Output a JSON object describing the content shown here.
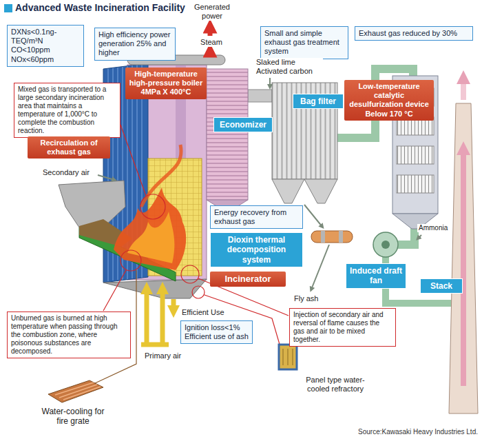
{
  "diagram": {
    "title": "Advanced Waste Incineration Facility",
    "caption": "Source:Kawasaki Heavy Industries Ltd.",
    "nodes": [
      {
        "text": [
          "DXNs<0.1ng-TEQ/m³N CO<10ppm NOx<60ppm"
        ]
      },
      {
        "text": [
          "High efficiency power generation 25% and higher"
        ]
      },
      {
        "text": [
          "Small and simple exhaust gas treatment system"
        ]
      },
      {
        "text": [
          "Exhaust gas reduced by 30%"
        ]
      },
      {
        "text": [
          "High-temperature high-pressure boiler 4MPa X 400°C"
        ]
      },
      {
        "text": [
          "Mixed gas is transported to a large secondary incineration area that maintains a temperature of 1,000°C to complete the combustion reaction."
        ]
      },
      {
        "text": [
          "Recirculation of exhaust gas"
        ]
      },
      {
        "text": [
          "Bag filter"
        ]
      },
      {
        "text": [
          "Low-temperature catalytic desulfurization device Below 170 °C"
        ]
      },
      {
        "text": [
          "Economizer"
        ]
      },
      {
        "text": [
          "Energy recovery from exhaust gas"
        ]
      },
      {
        "text": [
          "Dioxin thermal decomposition system"
        ]
      },
      {
        "text": [
          "Induced draft fan"
        ]
      },
      {
        "text": [
          "Incinerator"
        ]
      },
      {
        "text": [
          "Stack"
        ]
      },
      {
        "text": [
          "Unburned gas is burned at high temperature when passing through the combustion zone, where poisonous substances are decomposed."
        ]
      },
      {
        "text": [
          "Injection of secondary air and reversal of flame causes the gas and air to be mixed together."
        ]
      },
      {
        "text": [
          "Ignition loss<1% Efficient use of ash"
        ]
      }
    ],
    "labels": [
      "Generated power",
      "Steam",
      "Secondary air",
      "Slaked lime Activated carbon",
      "Ammonia",
      "Fly ash",
      "Efficient Use",
      "Primary air",
      "Water-cooling for fire grate",
      "Panel type water-cooled refractory"
    ]
  }
}
